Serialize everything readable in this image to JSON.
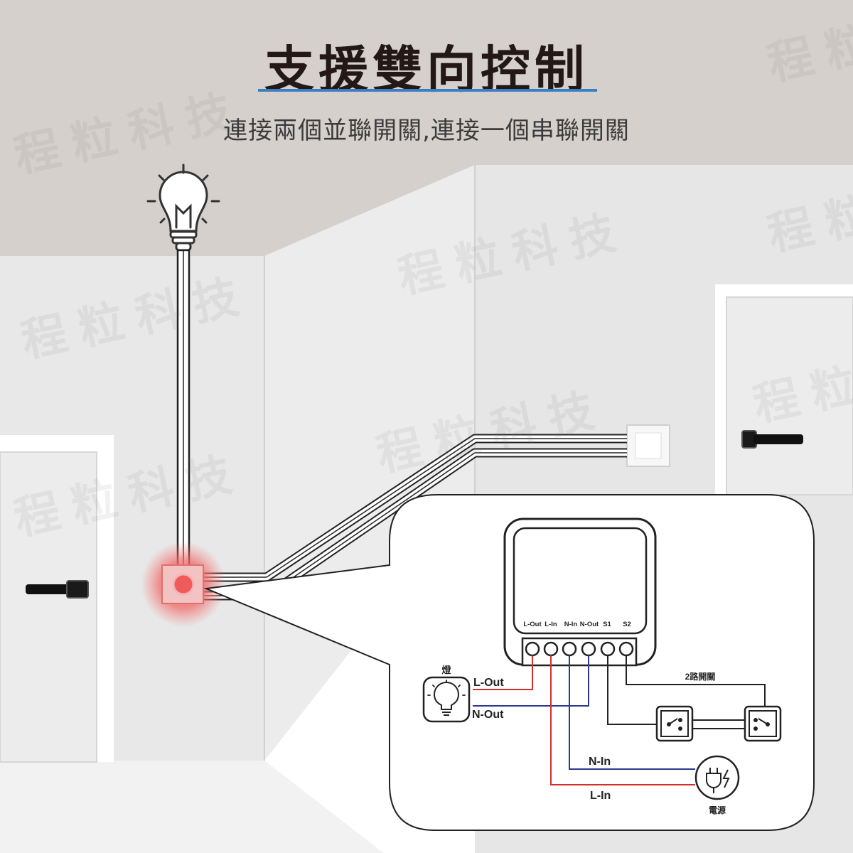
{
  "title": "支援雙向控制",
  "subtitle": "連接兩個並聯開關,連接一個串聯開關",
  "watermark": "程粒科技",
  "module": {
    "terminals": [
      "L-Out",
      "L-In",
      "N-In",
      "N-Out",
      "S1",
      "S2"
    ]
  },
  "diagram": {
    "lamp_label": "燈",
    "l_out_label": "L-Out",
    "n_out_label": "N-Out",
    "n_in_label": "N-In",
    "l_in_label": "L-In",
    "switch_label": "2路開關",
    "power_label": "電源"
  },
  "colors": {
    "live": "#d32f2f",
    "neutral": "#2b3a8f",
    "accent": "#3a7fc1",
    "highlight": "#ee5555"
  },
  "icons": [
    "light-bulb-icon",
    "lamp-icon",
    "power-plug-icon",
    "wall-switch-icon",
    "door-handle-icon"
  ]
}
